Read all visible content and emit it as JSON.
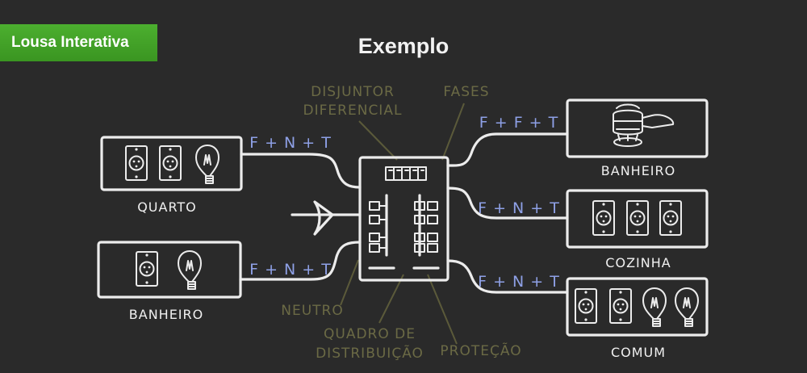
{
  "badge": {
    "label": "Lousa Interativa"
  },
  "title": "Exemplo",
  "rooms": {
    "quarto": "QUARTO",
    "banheiro_left": "BANHEIRO",
    "banheiro_right": "BANHEIRO",
    "cozinha": "COZINHA",
    "comum": "COMUM"
  },
  "circuits": {
    "quarto": "F + N + T",
    "banheiro_left": "F + N + T",
    "banheiro_right": "F + F + T",
    "cozinha": "F + N + T",
    "comum": "F + N + T"
  },
  "annotations": {
    "disjuntor_l1": "DISJUNTOR",
    "disjuntor_l2": "DIFERENCIAL",
    "fases": "FASES",
    "neutro": "NEUTRO",
    "quadro_l1": "QUADRO DE",
    "quadro_l2": "DISTRIBUIÇÃO",
    "protecao": "PROTEÇÃO"
  },
  "colors": {
    "background": "#2a2a2a",
    "badge": "#45a229",
    "chalk": "#ececec",
    "formula": "#8ea0e6",
    "annotation": "#6b6a45"
  }
}
